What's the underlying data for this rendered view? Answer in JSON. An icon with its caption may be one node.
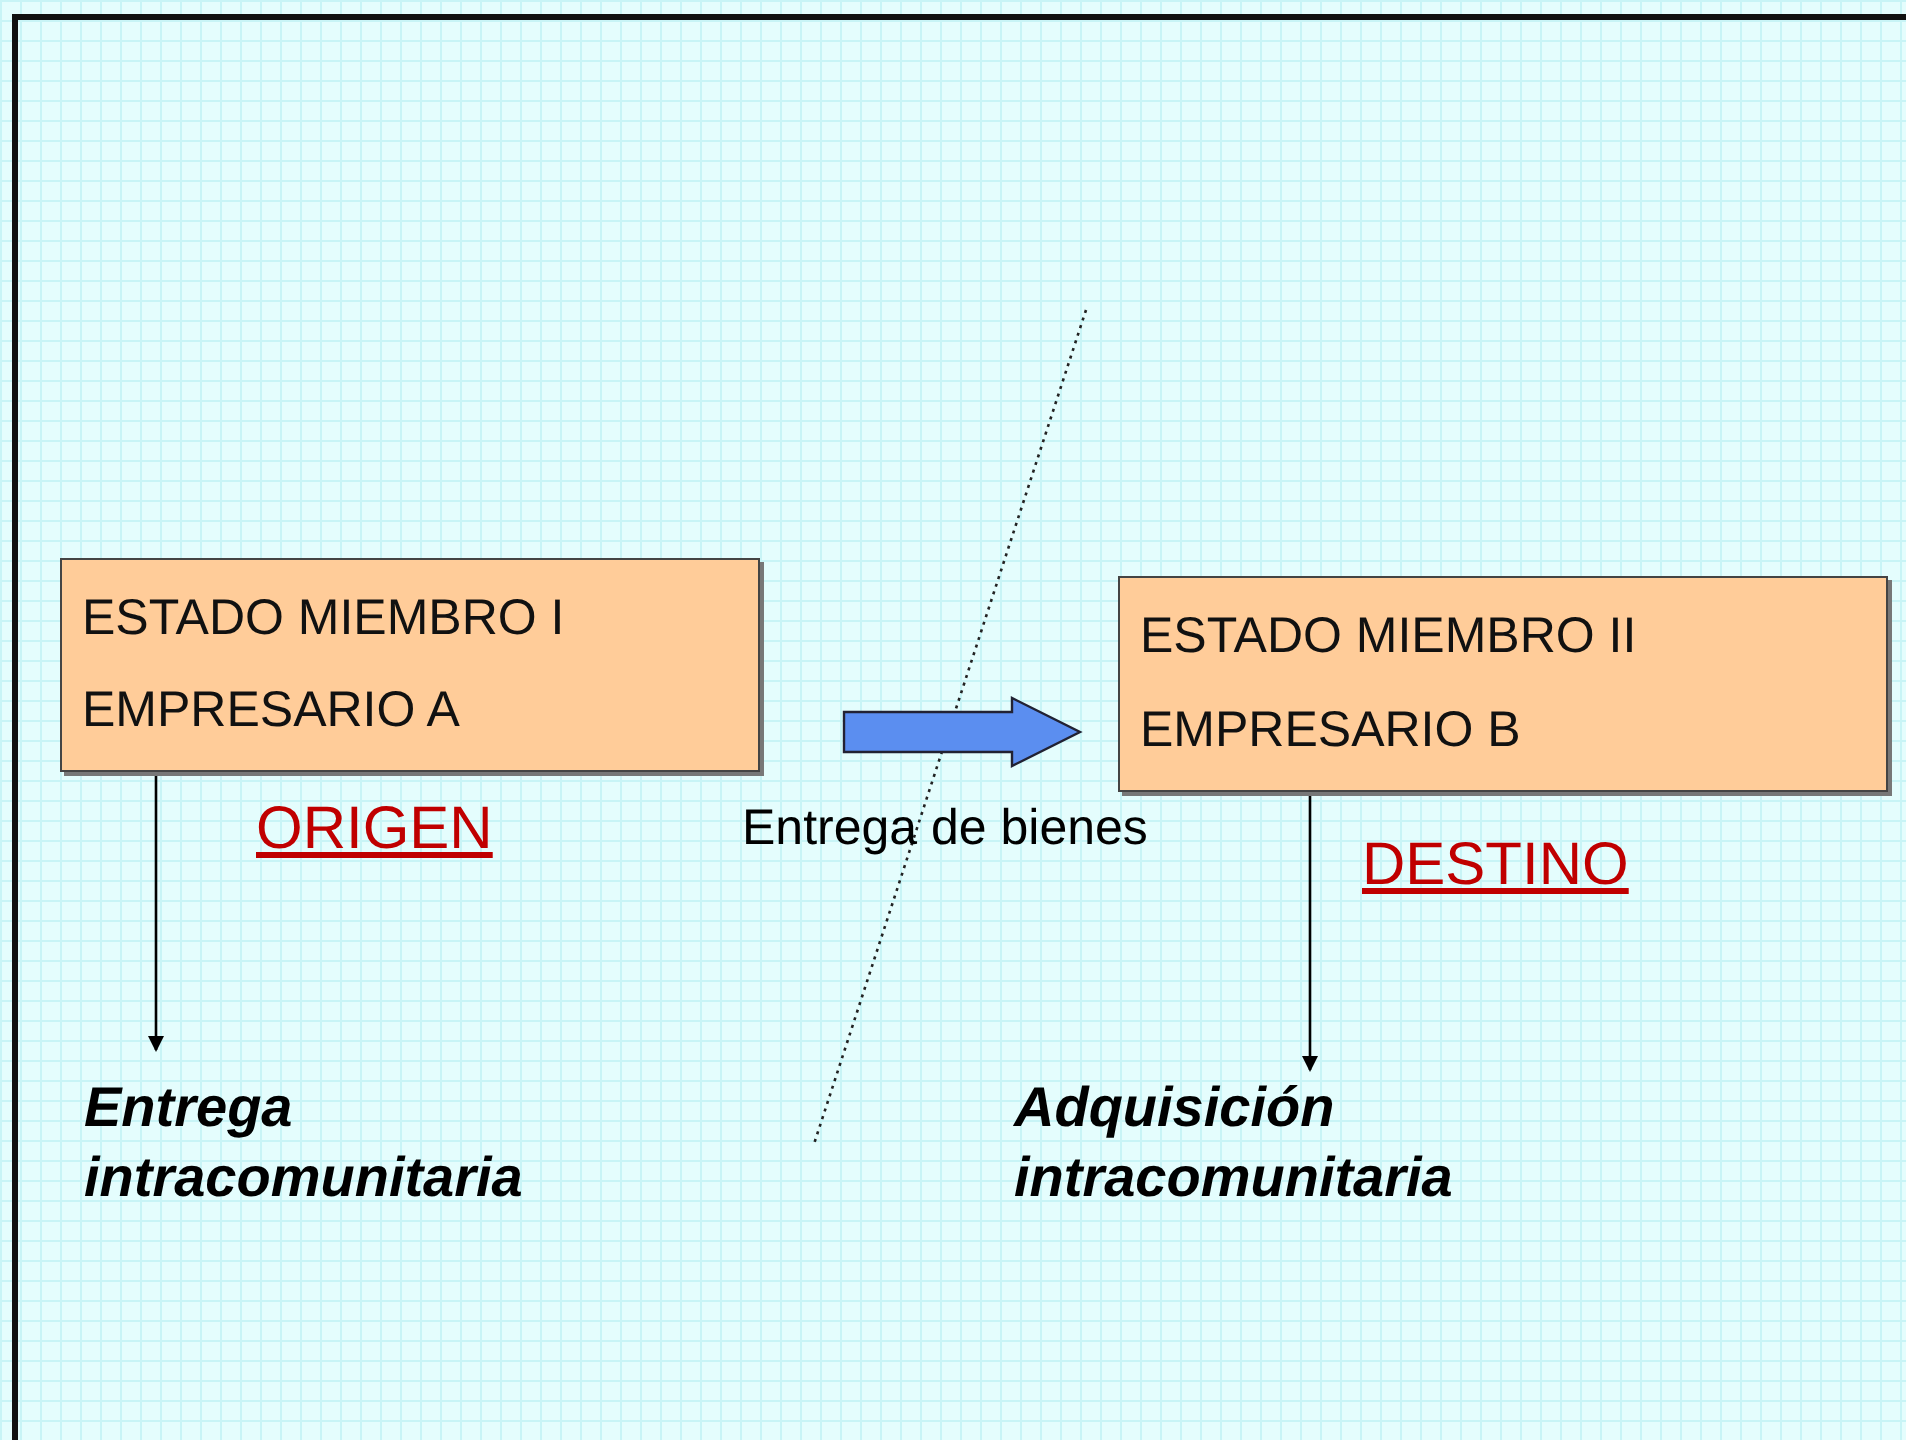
{
  "diagram": {
    "nodes": [
      {
        "text": [
          "ESTADO MIEMBRO I",
          "EMPRESARIO A"
        ],
        "beside": [
          "ORIGEN"
        ]
      },
      {
        "text": [
          "ESTADO MIEMBRO II",
          "EMPRESARIO B"
        ],
        "beside": [
          "DESTINO"
        ]
      },
      {
        "text": [
          "Entrega intracomunitaria"
        ]
      },
      {
        "text": [
          "Adquisición intracomunitaria"
        ]
      }
    ],
    "edges": [
      {
        "from": 0,
        "to": 1,
        "arrow": "to",
        "label": "Entrega de bienes",
        "style": "thick",
        "color": "#5b8ef0"
      },
      {
        "from": 0,
        "to": 2,
        "arrow": "to"
      },
      {
        "from": 1,
        "to": 3,
        "arrow": "to"
      }
    ]
  }
}
